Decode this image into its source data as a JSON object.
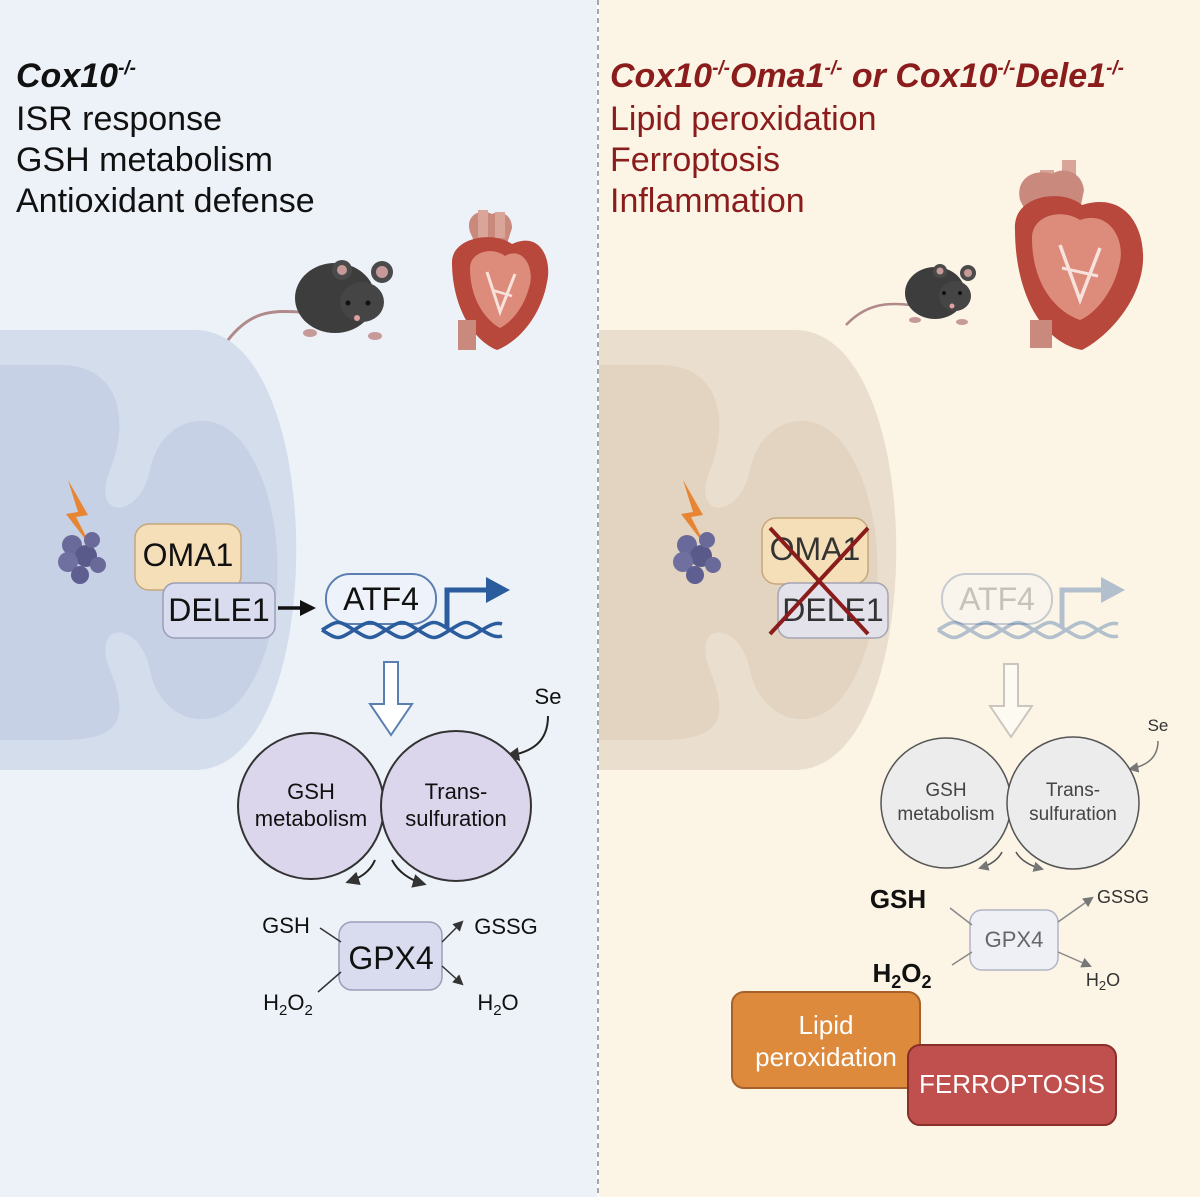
{
  "left": {
    "genotype_main": "Cox10",
    "genotype_sup": "-/-",
    "lines": [
      "ISR response",
      "GSH metabolism",
      "Antioxidant defense"
    ],
    "oma1": "OMA1",
    "dele1": "DELE1",
    "atf4": "ATF4",
    "se": "Se",
    "circle_gsh": [
      "GSH",
      "metabolism"
    ],
    "circle_trans": [
      "Trans-",
      "sulfuration"
    ],
    "gsh": "GSH",
    "gssg": "GSSG",
    "gpx4": "GPX4",
    "h2o2": {
      "h": "H",
      "s1": "2",
      "o": "O",
      "s2": "2"
    },
    "h2o": {
      "h": "H",
      "s": "2",
      "o": "O"
    }
  },
  "right": {
    "genotype_a_main": "Cox10",
    "genotype_a_sup": "-/-",
    "genotype_b_main": "Oma1",
    "genotype_b_sup": "-/-",
    "genotype_or": " or ",
    "genotype_c_main": "Cox10",
    "genotype_c_sup": "-/-",
    "genotype_d_main": "Dele1",
    "genotype_d_sup": "-/-",
    "lines": [
      "Lipid peroxidation",
      "Ferroptosis",
      "Inflammation"
    ],
    "oma1": "OMA1",
    "dele1": "DELE1",
    "atf4": "ATF4",
    "se": "Se",
    "circle_gsh": [
      "GSH",
      "metabolism"
    ],
    "circle_trans": [
      "Trans-",
      "sulfuration"
    ],
    "gsh": "GSH",
    "gssg": "GSSG",
    "gpx4": "GPX4",
    "h2o2": {
      "h": "H",
      "s1": "2",
      "o": "O",
      "s2": "2"
    },
    "h2o": {
      "h": "H",
      "s": "2",
      "o": "O"
    },
    "lipid": [
      "Lipid",
      "peroxidation"
    ],
    "ferroptosis": "FERROPTOSIS"
  },
  "colors": {
    "left_bg": "#edf2f9",
    "right_bg": "#fcf5e6",
    "red_text": "#8a1c1c",
    "oma1_fill": "#f5dfb8",
    "dele1_fill": "#d9dcee",
    "circle_fill": "#dcd6ec",
    "lipid_fill": "#dd8a3c",
    "ferroptosis_fill": "#c0504d",
    "dna_blue": "#2a5c9e"
  }
}
